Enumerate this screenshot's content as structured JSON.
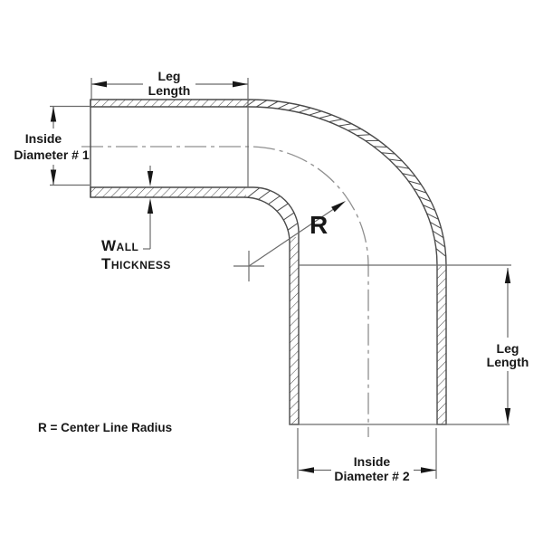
{
  "diagram": {
    "title": "90 degree elbow tube dimension drawing",
    "labels": {
      "leg_length_top": {
        "line1": "Leg",
        "line2": "Length"
      },
      "inside_diameter_1": {
        "line1": "Inside",
        "line2": "Diameter # 1"
      },
      "wall_thickness": {
        "line1": "Wall",
        "line2": "Thickness"
      },
      "radius_symbol": "R",
      "leg_length_right": {
        "line1": "Leg",
        "line2": "Length"
      },
      "inside_diameter_2": {
        "line1": "Inside",
        "line2": "Diameter # 2"
      },
      "legend": "R = Center Line Radius"
    },
    "colors": {
      "background": "#ffffff",
      "outline": "#4a4a4a",
      "dimension_line": "#6b6b6b",
      "arrow_and_text": "#171717",
      "centerline": "#8f8f8f"
    }
  }
}
